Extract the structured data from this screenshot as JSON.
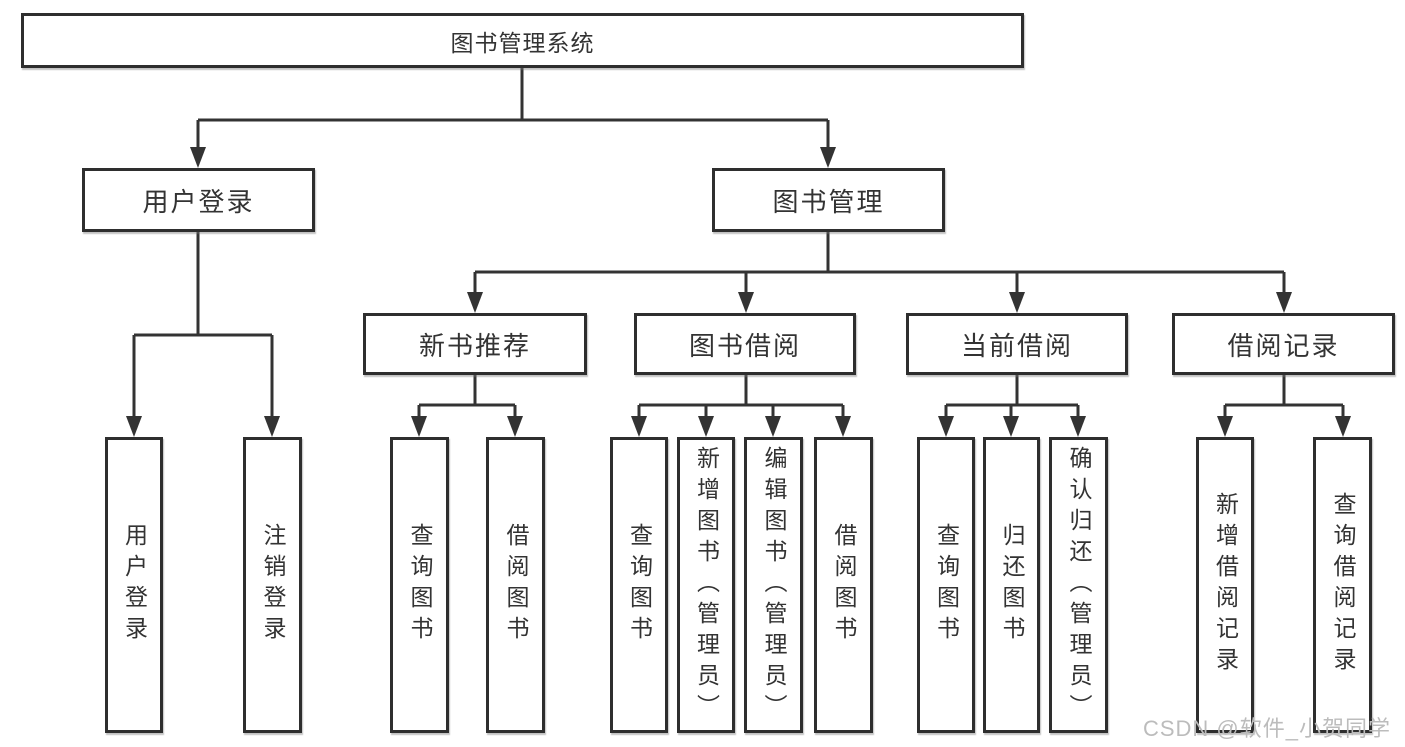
{
  "diagram": {
    "root": {
      "label": "图书管理系统"
    },
    "branches": [
      {
        "label": "用户登录",
        "children": [
          {
            "label": "用户登录"
          },
          {
            "label": "注销登录"
          }
        ]
      },
      {
        "label": "图书管理",
        "children": [
          {
            "label": "新书推荐",
            "children": [
              {
                "label": "查询图书"
              },
              {
                "label": "借阅图书"
              }
            ]
          },
          {
            "label": "图书借阅",
            "children": [
              {
                "label": "查询图书"
              },
              {
                "label": "新增图书（管理员）"
              },
              {
                "label": "编辑图书（管理员）"
              },
              {
                "label": "借阅图书"
              }
            ]
          },
          {
            "label": "当前借阅",
            "children": [
              {
                "label": "查询图书"
              },
              {
                "label": "归还图书"
              },
              {
                "label": "确认归还（管理员）"
              }
            ]
          },
          {
            "label": "借阅记录",
            "children": [
              {
                "label": "新增借阅记录"
              },
              {
                "label": "查询借阅记录"
              }
            ]
          }
        ]
      }
    ]
  },
  "watermark": {
    "text": "CSDN @软件_小贺同学"
  },
  "colors": {
    "line": "#333333",
    "box_border": "#2e2e2e",
    "text": "#333333",
    "background": "#ffffff",
    "watermark": "#bcbcbc"
  }
}
